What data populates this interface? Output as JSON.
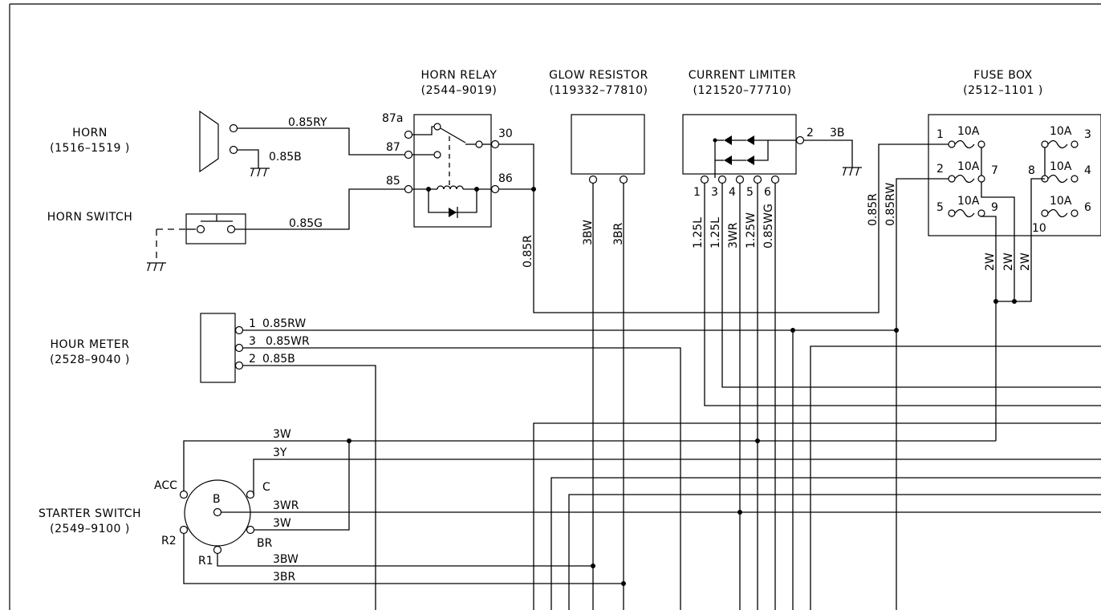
{
  "components": {
    "horn": {
      "name": "HORN",
      "part": "(1516–1519 )"
    },
    "horn_switch": {
      "name": "HORN SWITCH"
    },
    "horn_relay": {
      "name": "HORN RELAY",
      "part": "(2544–9019)",
      "pins": [
        "87a",
        "87",
        "85",
        "30",
        "86"
      ]
    },
    "glow_resistor": {
      "name": "GLOW RESISTOR",
      "part": "(119332–77810)"
    },
    "current_limiter": {
      "name": "CURRENT LIMITER",
      "part": "(121520–77710)",
      "pins": [
        "1",
        "3",
        "4",
        "5",
        "6",
        "2"
      ]
    },
    "fuse_box": {
      "name": "FUSE BOX",
      "part": "(2512–1101 )",
      "pins": [
        "1",
        "2",
        "5",
        "3",
        "8",
        "4",
        "6",
        "7",
        "9",
        "10"
      ],
      "fuses": [
        "10A",
        "10A",
        "10A",
        "10A",
        "10A",
        "10A"
      ]
    },
    "hour_meter": {
      "name": "HOUR METER",
      "part": "(2528–9040 )",
      "pins": [
        "1",
        "3",
        "2"
      ]
    },
    "starter_switch": {
      "name": "STARTER SWITCH",
      "part": "(2549–9100 )",
      "terminals": [
        "ACC",
        "C",
        "B",
        "R2",
        "R1",
        "BR"
      ]
    }
  },
  "wires": {
    "horn_ry": "0.85RY",
    "horn_b": "0.85B",
    "horn_sw_g": "0.85G",
    "relay30_r": "0.85R",
    "glow_bw": "3BW",
    "glow_br": "3BR",
    "cl_1": "1.25L",
    "cl_3": "1.25L",
    "cl_4": "3WR",
    "cl_5": "1.25W",
    "cl_6": "0.85WG",
    "cl_2": "3B",
    "fuse_r": "0.85R",
    "fuse_rw": "0.85RW",
    "fuse_w1": "2W",
    "fuse_w2": "2W",
    "fuse_w3": "2W",
    "hm_1": "0.85RW",
    "hm_3": "0.85WR",
    "hm_2": "0.85B",
    "ss_3w_top": "3W",
    "ss_3y": "3Y",
    "ss_3wr": "3WR",
    "ss_3w_bot": "3W",
    "ss_3bw": "3BW",
    "ss_3br": "3BR"
  }
}
